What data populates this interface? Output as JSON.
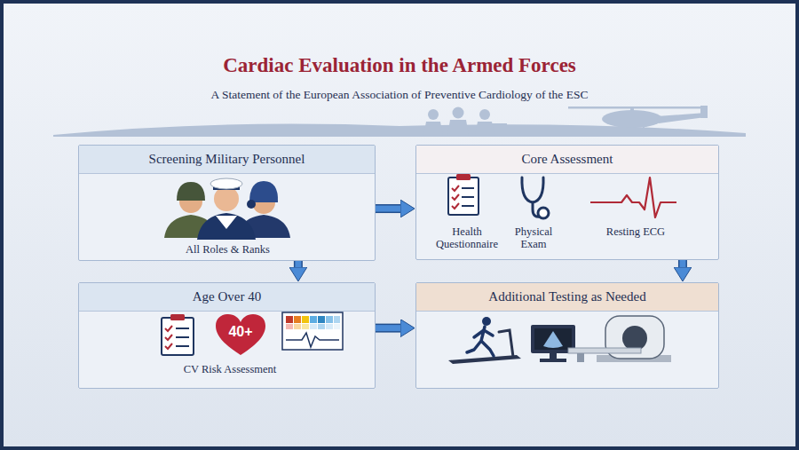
{
  "diagram": {
    "title": "Cardiac Evaluation in the Armed Forces",
    "nodes": [
      {
        "text": [
          "Screening Military Personnel",
          "All Roles & Ranks"
        ]
      },
      {
        "text": [
          "Core Assessment",
          "Health Questionnaire",
          "Physical Exam",
          "Resting ECG"
        ]
      },
      {
        "text": [
          "Age Over 40",
          "CV Risk Assessment"
        ]
      },
      {
        "text": [
          "40+"
        ],
        "in": 2
      },
      {
        "text": [
          "Additional Testing as Needed"
        ]
      }
    ],
    "edges": [
      {
        "from": 0,
        "to": 1,
        "arrow": "to"
      },
      {
        "from": 0,
        "to": 2,
        "arrow": "to"
      },
      {
        "from": 2,
        "to": 4,
        "arrow": "to"
      },
      {
        "from": 1,
        "to": 4,
        "arrow": "to"
      }
    ],
    "labels": [
      "A Statement of the European Association of Preventive Cardiology of the ESC"
    ]
  }
}
